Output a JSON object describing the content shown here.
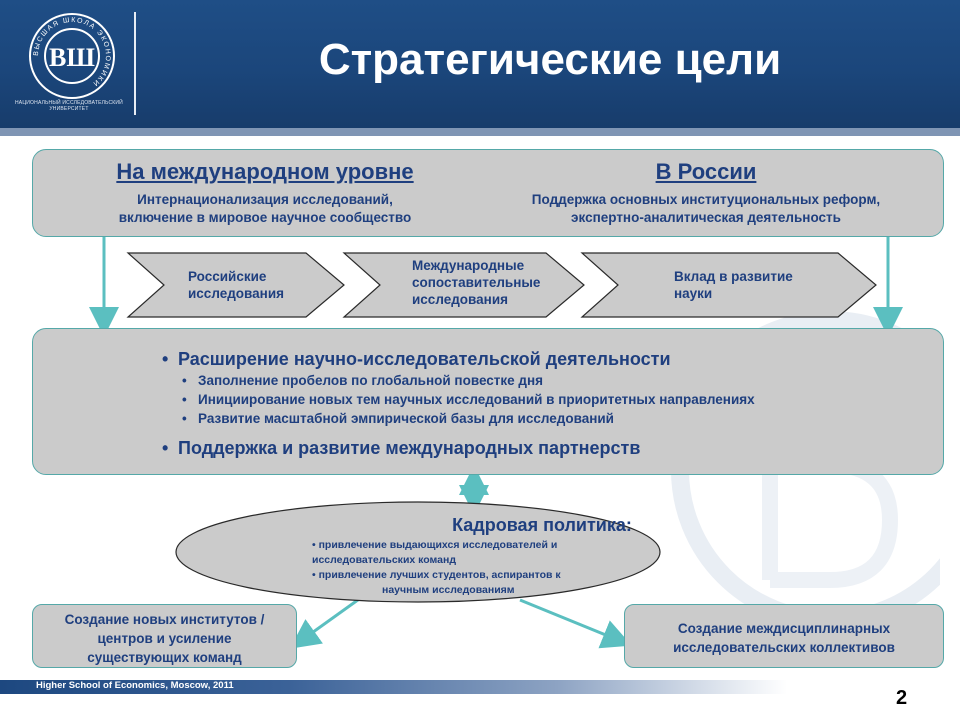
{
  "header": {
    "title": "Стратегические цели",
    "logo_caption": "НАЦИОНАЛЬНЫЙ ИССЛЕДОВАТЕЛЬСКИЙ УНИВЕРСИТЕТ",
    "logo_ring_text": "ВЫСШАЯ ШКОЛА ЭКОНОМИКИ",
    "logo_monogram": "ВШ"
  },
  "top_box": {
    "international_title": "На международном уровне",
    "international_desc_1": "Интернационализация исследований,",
    "international_desc_2": "включение в мировое научное сообщество",
    "russia_title": "В России",
    "russia_desc_1": "Поддержка основных институциональных реформ,",
    "russia_desc_2": "экспертно-аналитическая деятельность"
  },
  "chevrons": [
    {
      "lines": [
        "Российские",
        "исследования"
      ]
    },
    {
      "lines": [
        "Международные",
        "сопоставительные",
        "исследования"
      ]
    },
    {
      "lines": [
        "Вклад в развитие",
        "науки"
      ]
    }
  ],
  "middle_box": {
    "bullet_1": "Расширение научно-исследовательской деятельности",
    "sub_bullets": [
      "Заполнение пробелов по глобальной повестке дня",
      "Инициирование новых тем научных исследований в приоритетных направлениях",
      "Развитие масштабной эмпирической базы для исследований"
    ],
    "bullet_2": "Поддержка и развитие международных партнерств"
  },
  "ellipse": {
    "title": "Кадровая политика:",
    "lines": [
      "• привлечение выдающихся исследователей  и",
      "исследовательских  команд",
      "• привлечение лучших студентов, аспирантов к",
      "научным исследованиям"
    ]
  },
  "left_box": {
    "lines": [
      "Создание новых институтов /",
      "центров и усиление",
      "существующих команд"
    ]
  },
  "right_box": {
    "lines": [
      "Создание междисциплинарных",
      "исследовательских коллективов"
    ]
  },
  "footer": {
    "text": "Higher School of Economics, Moscow, 2011",
    "page_number": "2"
  },
  "colors": {
    "header_blue": "#1b467b",
    "text_navy": "#1f3f7f",
    "box_gray": "#cbcbcb",
    "arrow_teal": "#5bbfc0"
  }
}
